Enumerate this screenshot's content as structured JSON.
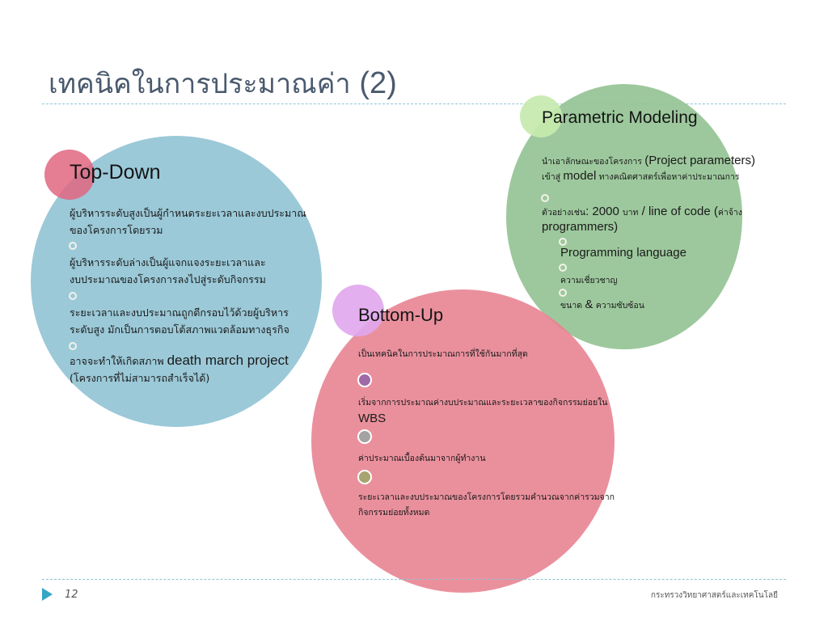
{
  "slide": {
    "title_text": "เทคนิคในการประมาณค่า",
    "title_num": "(2)",
    "page_number": "12",
    "organization": "กระทรวงวิทยาศาสตร์และเทคโนโลยี"
  },
  "colors": {
    "top_down_circle": "#96c6d6",
    "parametric_circle": "#92c292",
    "bottom_up_circle": "#e88492",
    "accent": "#35a6c4"
  },
  "top_down": {
    "heading": "Top-Down",
    "p1_l1": "ผู้บริหารระดับสูงเป็นผู้กำหนดระยะเวลาและงบประมาณ",
    "p1_l2": "ของโครงการโดยรวม",
    "p2_l1": "ผู้บริหารระดับล่างเป็นผู้แจกแจงระยะเวลาและ",
    "p2_l2": "งบประมาณของโครงการลงไปสู่ระดับกิจกรรม",
    "p3_l1": "ระยะเวลาและงบประมาณถูกตีกรอบไว้ด้วยผู้บริหาร",
    "p3_l2": "ระดับสูง มักเป็นการตอบโต้สภาพแวดล้อมทางธุรกิจ",
    "p4_pre": "อาจจะทำให้เกิดสภาพ ",
    "p4_en": "death march project",
    "p4_l2": "(โครงการที่ไม่สามารถสำเร็จได้)"
  },
  "parametric": {
    "heading": "Parametric Modeling",
    "l1_th": "นำเอาลักษณะของโครงการ ",
    "l1_en": "(Project parameters)",
    "l2_a": "เข้าสู่ ",
    "l2_en": "model",
    "l2_b": " ทางคณิตศาสตร์เพื่อหาค่าประมาณการ",
    "ex_a": "ตัวอย่างเช่น",
    "ex_b": ": 2000 ",
    "ex_c": "บาท",
    "ex_d": " / line of code (",
    "ex_e": "ค่าจ้าง",
    "ex_l2": "programmers)",
    "sub1": "Programming language",
    "sub2": "ความเชี่ยวชาญ",
    "sub3_a": "ขนาด ",
    "sub3_b": "&",
    "sub3_c": " ความซับซ้อน"
  },
  "bottom_up": {
    "heading": "Bottom-Up",
    "p1": "เป็นเทคนิคในการประมาณการที่ใช้กันมากที่สุด",
    "p2_l1": "เริ่มจากการประมาณค่างบประมาณและระยะเวลาของกิจกรรมย่อยใน",
    "p2_l2": "WBS",
    "p3": "ค่าประมาณเบื้องต้นมาจากผู้ทำงาน",
    "p4_l1": "ระยะเวลาและงบประมาณของโครงการโดยรวมคำนวณจากค่ารวมจาก",
    "p4_l2": "กิจกรรมย่อยทั้งหมด"
  }
}
